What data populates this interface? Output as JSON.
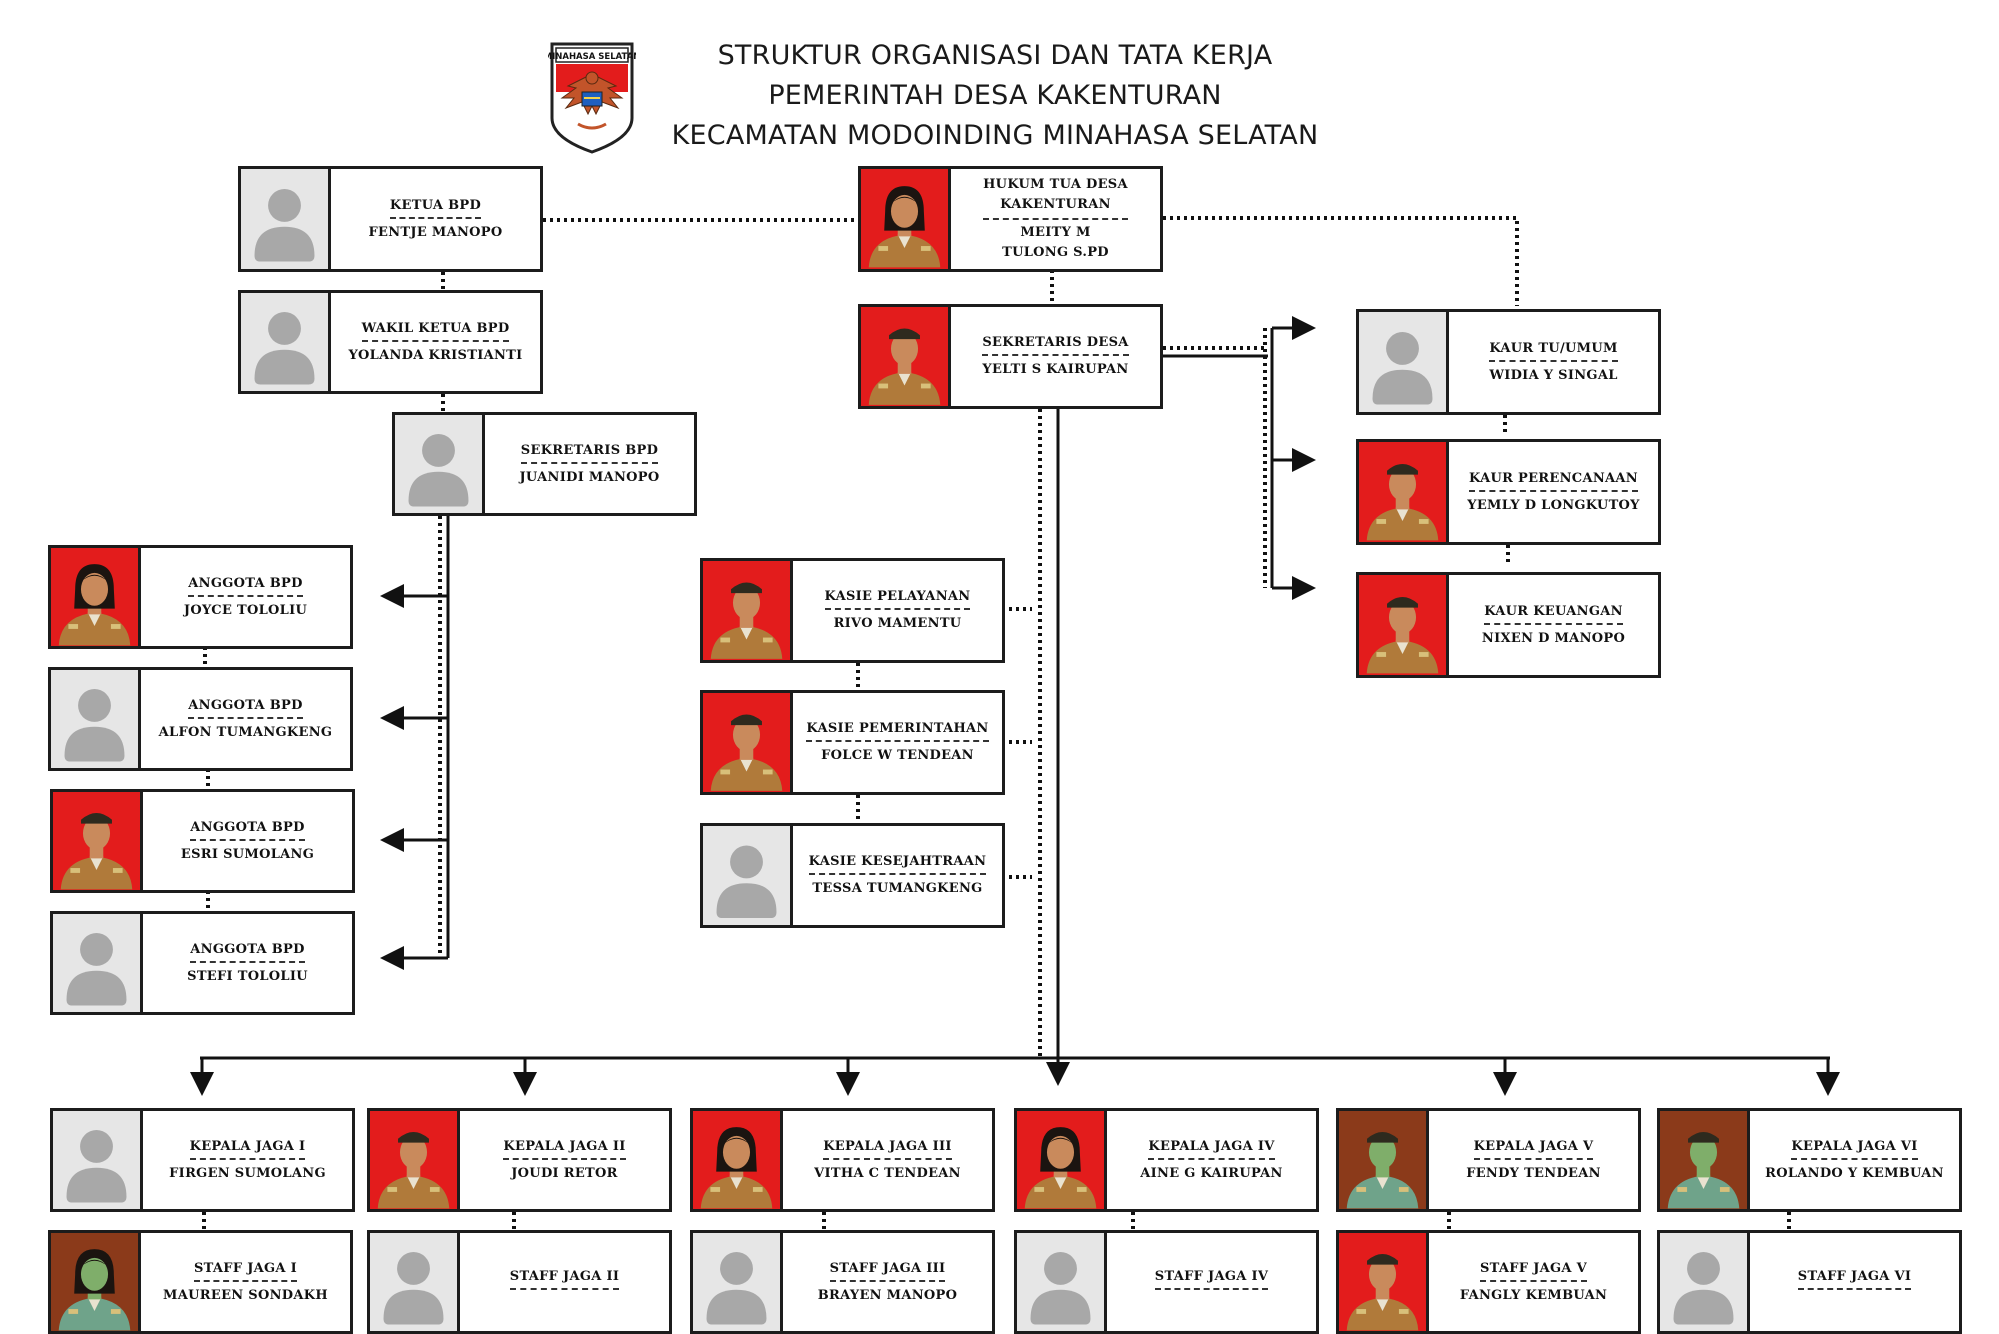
{
  "header": {
    "title_lines": [
      "STRUKTUR ORGANISASI DAN TATA KERJA",
      "PEMERINTAH DESA KAKENTURAN",
      "KECAMATAN MODOINDING MINAHASA SELATAN"
    ],
    "logo_text": "MINAHASA SELATAN"
  },
  "colors": {
    "photo_background_red": "#e31c1c",
    "photo_background_brown": "#8b3a1a",
    "placeholder_gray": "#e6e6e6",
    "uniform_khaki": "#b07a3a",
    "line": "#111111"
  },
  "cards": {
    "hukum_tua": {
      "role": "HUKUM TUA DESA KAKENTURAN",
      "role_lines": [
        "HUKUM TUA DESA",
        "KAKENTURAN"
      ],
      "name_lines": [
        "MEITY M",
        "TULONG S.PD"
      ]
    },
    "sekretaris_desa": {
      "role": "SEKRETARIS DESA",
      "name": "YELTI S KAIRUPAN"
    },
    "ketua_bpd": {
      "role": "KETUA BPD",
      "name": "FENTJE MANOPO"
    },
    "wakil_ketua_bpd": {
      "role": "WAKIL KETUA BPD",
      "name": "YOLANDA KRISTIANTI"
    },
    "sekretaris_bpd": {
      "role": "SEKRETARIS BPD",
      "name": "JUANIDI MANOPO"
    },
    "anggota_bpd_1": {
      "role": "ANGGOTA BPD",
      "name": "JOYCE TOLOLIU"
    },
    "anggota_bpd_2": {
      "role": "ANGGOTA BPD",
      "name": "ALFON TUMANGKENG"
    },
    "anggota_bpd_3": {
      "role": "ANGGOTA BPD",
      "name": "ESRI SUMOLANG"
    },
    "anggota_bpd_4": {
      "role": "ANGGOTA BPD",
      "name": "STEFI TOLOLIU"
    },
    "kasie_pelayanan": {
      "role": "KASIE PELAYANAN",
      "name": "RIVO MAMENTU"
    },
    "kasie_pemerintahan": {
      "role": "KASIE PEMERINTAHAN",
      "name": "FOLCE W TENDEAN"
    },
    "kasie_kesejahtraan": {
      "role": "KASIE KESEJAHTRAAN",
      "name": "TESSA TUMANGKENG"
    },
    "kaur_tu_umum": {
      "role": "KAUR TU/UMUM",
      "name": "WIDIA Y SINGAL"
    },
    "kaur_perencanaan": {
      "role": "KAUR PERENCANAAN",
      "name": "YEMLY D LONGKUTOY"
    },
    "kaur_keuangan": {
      "role": "KAUR KEUANGAN",
      "name": "NIXEN D MANOPO"
    },
    "kepala_jaga_1": {
      "role": "KEPALA JAGA I",
      "name": "FIRGEN SUMOLANG"
    },
    "kepala_jaga_2": {
      "role": "KEPALA JAGA II",
      "name": "JOUDI RETOR"
    },
    "kepala_jaga_3": {
      "role": "KEPALA JAGA III",
      "name": "VITHA C TENDEAN"
    },
    "kepala_jaga_4": {
      "role": "KEPALA JAGA IV",
      "name": "AINE G KAIRUPAN"
    },
    "kepala_jaga_5": {
      "role": "KEPALA JAGA V",
      "name": "FENDY TENDEAN"
    },
    "kepala_jaga_6": {
      "role": "KEPALA JAGA VI",
      "name": "ROLANDO Y KEMBUAN"
    },
    "staff_jaga_1": {
      "role": "STAFF JAGA I",
      "name": "MAUREEN SONDAKH"
    },
    "staff_jaga_2": {
      "role": "STAFF JAGA II",
      "name": ""
    },
    "staff_jaga_3": {
      "role": "STAFF JAGA III",
      "name": "BRAYEN MANOPO"
    },
    "staff_jaga_4": {
      "role": "STAFF JAGA IV",
      "name": ""
    },
    "staff_jaga_5": {
      "role": "STAFF JAGA V",
      "name": "FANGLY KEMBUAN"
    },
    "staff_jaga_6": {
      "role": "STAFF JAGA VI",
      "name": ""
    }
  }
}
